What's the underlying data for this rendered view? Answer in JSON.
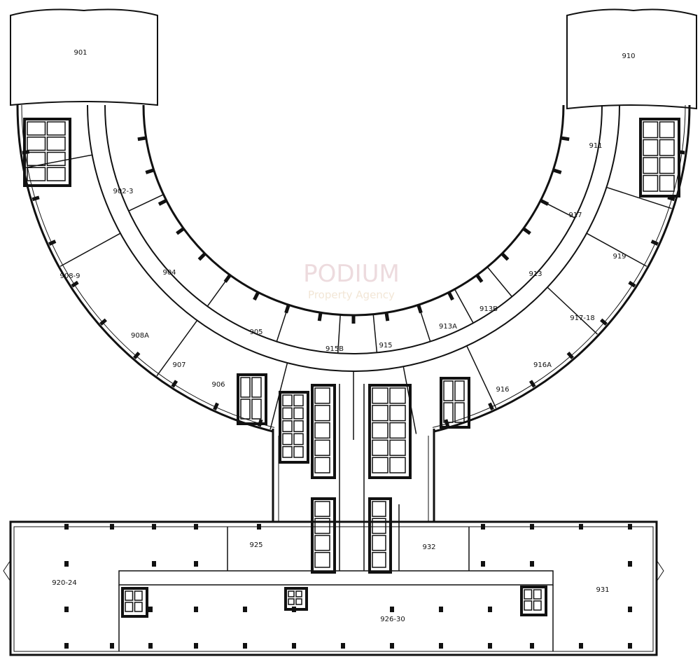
{
  "plan": {
    "units": [
      "901",
      "910",
      "902-3",
      "904",
      "908-9",
      "905",
      "908A",
      "907",
      "906",
      "915B",
      "915",
      "913A",
      "913B",
      "913",
      "917",
      "911",
      "919",
      "917-18",
      "916A",
      "916",
      "925",
      "932",
      "920-24",
      "931",
      "926-30"
    ],
    "watermark": {
      "brand": "PODIUM",
      "tagline": "Property Agency"
    }
  },
  "colors": {
    "line": "#111111",
    "background": "#ffffff",
    "watermark": "#e8d0d3"
  }
}
